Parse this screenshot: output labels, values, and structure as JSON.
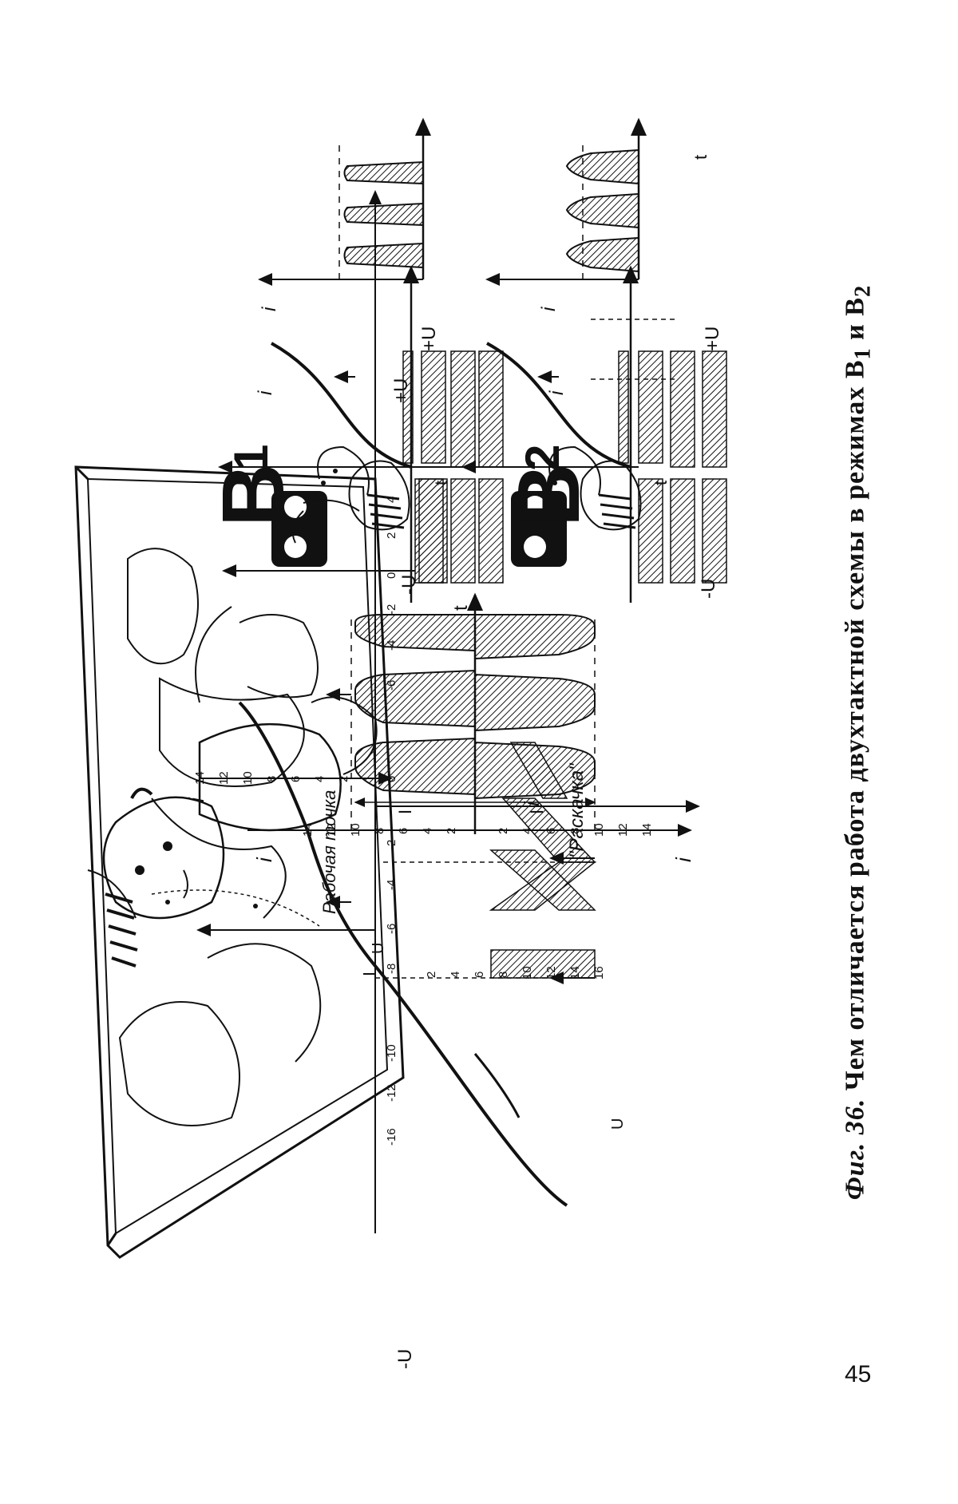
{
  "figure": {
    "caption_prefix": "Фиг. 36.",
    "caption_text": "Чем отличается работа двухтактной схемы в режимах В",
    "caption_sub1": "1",
    "caption_and": "и В",
    "caption_sub2": "2"
  },
  "page_number": "45",
  "transfer_chart": {
    "axis_ia_top": "i",
    "axis_ia_bottom": "i",
    "axis_ug_neg": "-U",
    "axis_ug_pos": "+U",
    "ug_ticks_left": [
      "-16",
      "-12",
      "-10",
      "-8",
      "-6",
      "-4",
      "-2",
      "0"
    ],
    "ug_ticks_right": [
      "-6",
      "-4",
      "-2",
      "0",
      "2",
      "4"
    ],
    "ia_ticks_top": [
      "2",
      "4",
      "6",
      "8",
      "10",
      "12",
      "14"
    ],
    "ia_ticks_bottom": [
      "2",
      "4",
      "6",
      "8",
      "10",
      "12",
      "14",
      "16"
    ],
    "label_working_point": "Рабочая точка",
    "label_ug0": "U",
    "label_swing": "\"Раскачка\"",
    "label_umg": "U"
  },
  "output_wave_chart": {
    "axis_label": "i",
    "ticks_top": [
      "2",
      "4",
      "6",
      "8",
      "10",
      "12",
      "14"
    ],
    "ticks_bottom": [
      "2",
      "4",
      "6",
      "8",
      "10",
      "12",
      "14"
    ],
    "label_t": "t",
    "label_ima1": "I",
    "label_ima2": "I"
  },
  "mode_b1": {
    "letter": "В",
    "digit": "1",
    "axis_neg": "-U",
    "axis_pos": "+U",
    "label_ia": "i",
    "label_t": "t"
  },
  "mode_b2": {
    "letter": "В",
    "digit": "2",
    "axis_neg": "-U",
    "axis_pos": "+U",
    "label_ia": "i",
    "label_t": "t"
  }
}
